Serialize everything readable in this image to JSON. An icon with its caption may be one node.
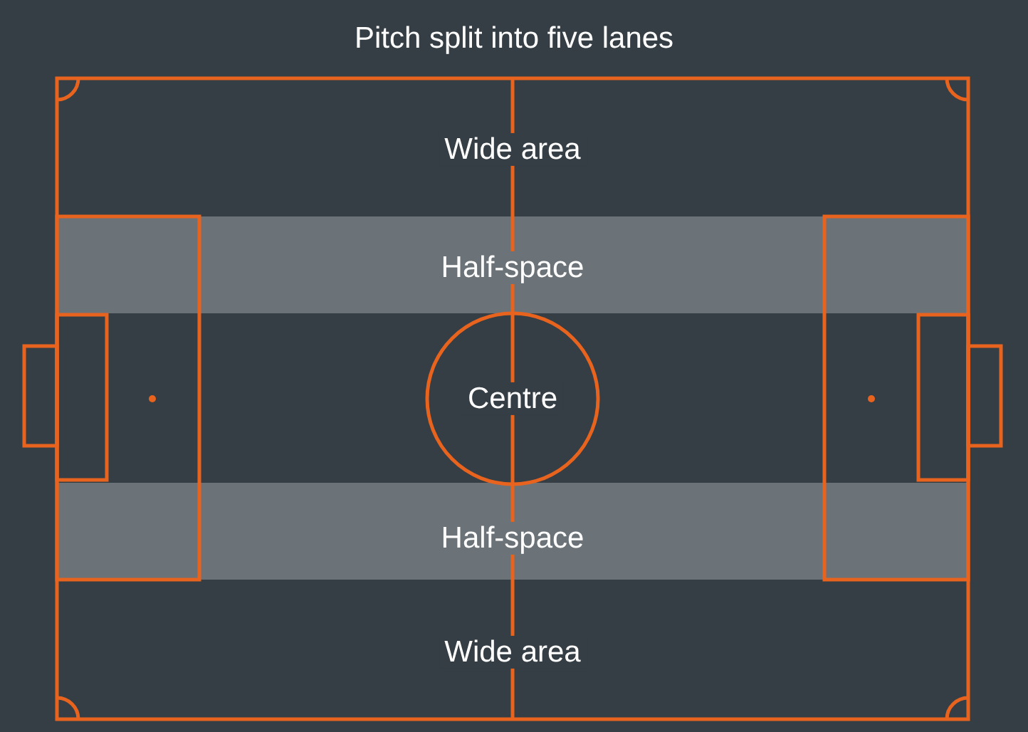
{
  "diagram": {
    "title": "Pitch split into five lanes",
    "labels": [
      "Wide area",
      "Half-space",
      "Centre",
      "Half-space",
      "Wide area"
    ]
  }
}
